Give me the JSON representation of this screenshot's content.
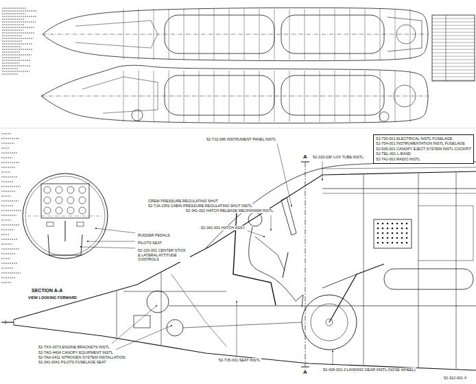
{
  "diagram": {
    "nodes": [
      {
        "text": [
          "52-730-001 ELECTRICAL INSTL FUSELAGE",
          "52-754-001 INSTRUMENTATION INSTL FUSELAGE",
          "52-535-001 CANOPY EJECT SYSTEM INSTL COCKPIT",
          "52-TEL-001 L-BAND",
          "52-741-001 RADIO INSTL"
        ]
      }
    ],
    "labels": [
      "52-TJ2-095 INSTRUMENT PANEL INSTL",
      "CREW PRESSURE REGULATING SHUT",
      "52-TJA-CRS CABIN PRESSURE REGULATING SHUT INSTL",
      "52-341-002 HATCH RELEASE MECHANISM INSTL",
      "52-341-001 HATCH ASSY",
      "52-315-03F LOX TUBE INSTL",
      "RUDDER PEDALS",
      "PILOTS SEAT",
      "52-120-001 CENTER STICK & LATERAL ATTITUDE CONTROLS",
      "SECTION A-A",
      "VIEW LOOKING FORWARD",
      "A",
      "A",
      "52-TXX-0073 ENGINE BRACKETS INSTL",
      "52-TAG-4404 CANOPY EQUIPMENT INSTL",
      "52-TAA-0411 NITROGEN SYSTEM INSTALLATION",
      "52-341-0041 PILOTS FUSELAGE SEAT",
      "52-TJ5-001 SEAT INSTL",
      "52-426-001-3 LANDING GEAR INSTL (NOSE WHEEL)",
      "52-312-001 X"
    ]
  }
}
